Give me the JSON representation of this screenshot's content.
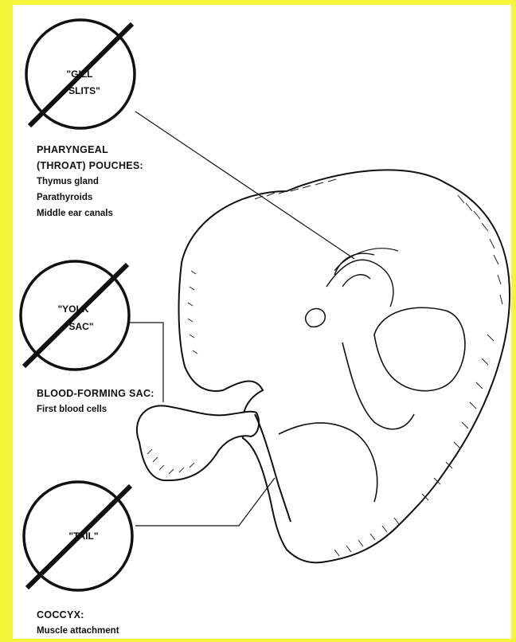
{
  "circles": [
    {
      "line1": "\"GILL",
      "line2": "SLITS\""
    },
    {
      "line1": "\"YOLK",
      "line2": "SAC\""
    },
    {
      "line1": "\"TAIL\"",
      "line2": ""
    }
  ],
  "labels": {
    "pharyngeal": {
      "heading1": "PHARYNGEAL",
      "heading2": "(THROAT) POUCHES:",
      "items": [
        "Thymus gland",
        "Parathyroids",
        "Middle ear canals"
      ]
    },
    "blood": {
      "heading": "BLOOD-FORMING SAC:",
      "items": [
        "First blood cells"
      ]
    },
    "coccyx": {
      "heading": "COCCYX:",
      "items": [
        "Muscle attachment"
      ]
    }
  },
  "colors": {
    "frame": "#f4f43a",
    "ink": "#111111",
    "paper": "#ffffff"
  }
}
